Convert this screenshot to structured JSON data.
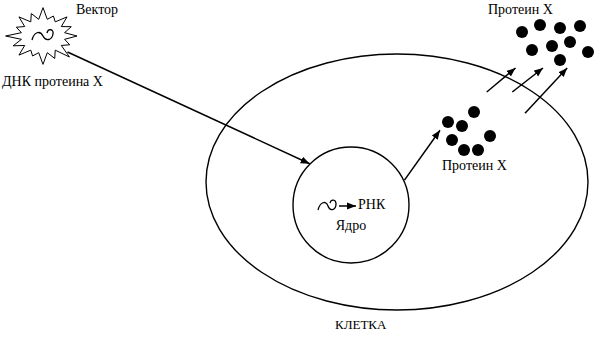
{
  "diagram": {
    "nodes": [
      {
        "text": [
          "Вектор"
        ]
      },
      {
        "text": [
          "КЛЕТКА"
        ]
      },
      {
        "text": [
          "Ядро"
        ],
        "in": 1
      },
      {
        "text": [
          "Протеин X"
        ],
        "in": 1
      },
      {
        "text": [
          "Протеин X"
        ]
      }
    ],
    "edges": [
      {
        "from": 0,
        "to": 2,
        "arrow": "to"
      },
      {
        "from": 2,
        "to": 3,
        "arrow": "to"
      },
      {
        "from": 3,
        "to": 4,
        "arrow": "to"
      },
      {
        "from": 3,
        "to": 4,
        "arrow": "to"
      },
      {
        "from": 3,
        "to": 4,
        "arrow": "to"
      }
    ],
    "labels": [
      "ДНК протеина X",
      "РНК"
    ]
  }
}
